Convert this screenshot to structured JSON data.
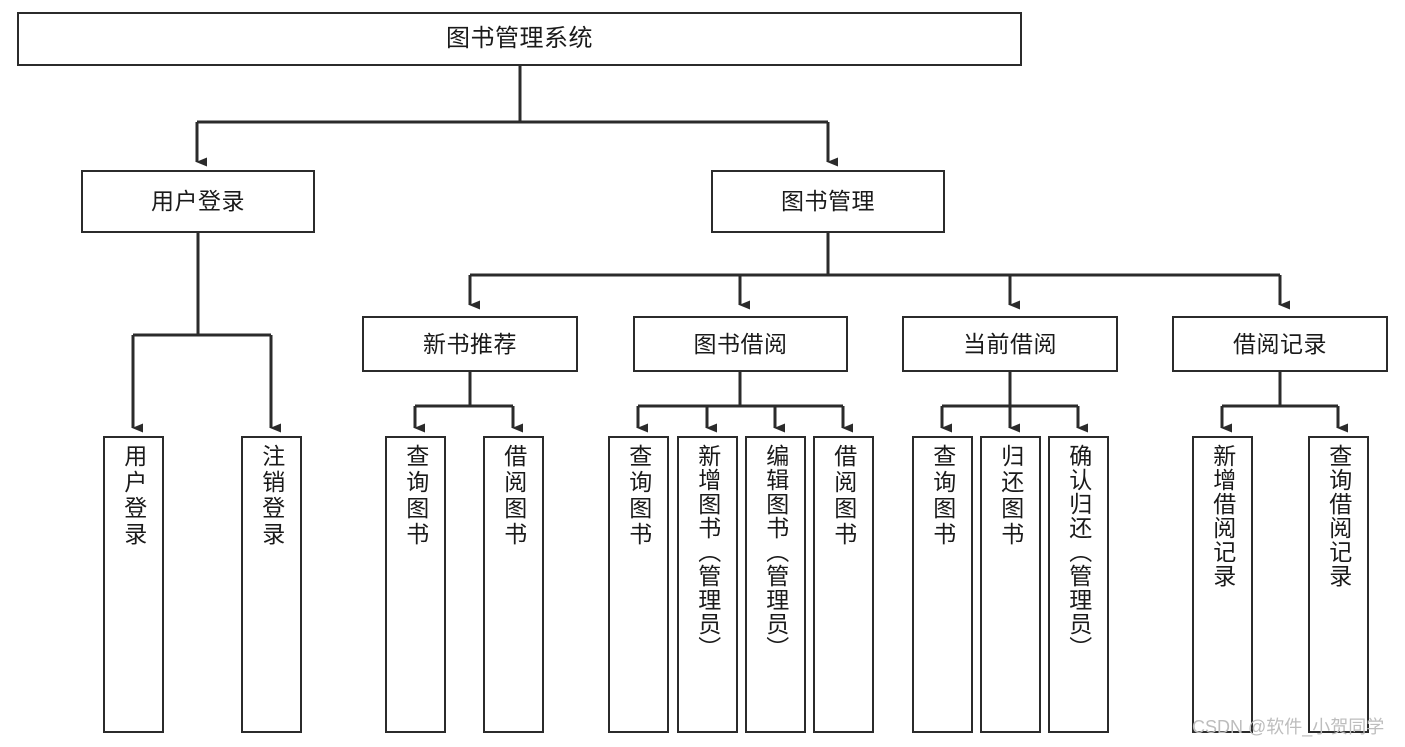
{
  "diagram": {
    "title": "图书管理系统",
    "type": "tree-hierarchy",
    "style": {
      "box_border_color": "#2b2b2b",
      "box_fill_color": "#ffffff",
      "edge_color": "#2b2b2b",
      "background_color": "#ffffff",
      "text_color": "#1a1a1a"
    },
    "root": {
      "label": "图书管理系统"
    },
    "level2": [
      {
        "label": "用户登录"
      },
      {
        "label": "图书管理"
      }
    ],
    "level3": [
      {
        "label": "新书推荐"
      },
      {
        "label": "图书借阅"
      },
      {
        "label": "当前借阅"
      },
      {
        "label": "借阅记录"
      }
    ],
    "leaves": {
      "user_login": [
        {
          "label": "用户登录"
        },
        {
          "label": "注销登录"
        }
      ],
      "new_book_recommend": [
        {
          "label": "查询图书"
        },
        {
          "label": "借阅图书"
        }
      ],
      "book_borrow": [
        {
          "label": "查询图书"
        },
        {
          "label": "新增图书（管理员）"
        },
        {
          "label": "编辑图书（管理员）"
        },
        {
          "label": "借阅图书"
        }
      ],
      "current_borrow": [
        {
          "label": "查询图书"
        },
        {
          "label": "归还图书"
        },
        {
          "label": "确认归还（管理员）"
        }
      ],
      "borrow_record": [
        {
          "label": "新增借阅记录"
        },
        {
          "label": "查询借阅记录"
        }
      ]
    }
  },
  "watermark": {
    "text": "CSDN @软件_小贺同学"
  }
}
